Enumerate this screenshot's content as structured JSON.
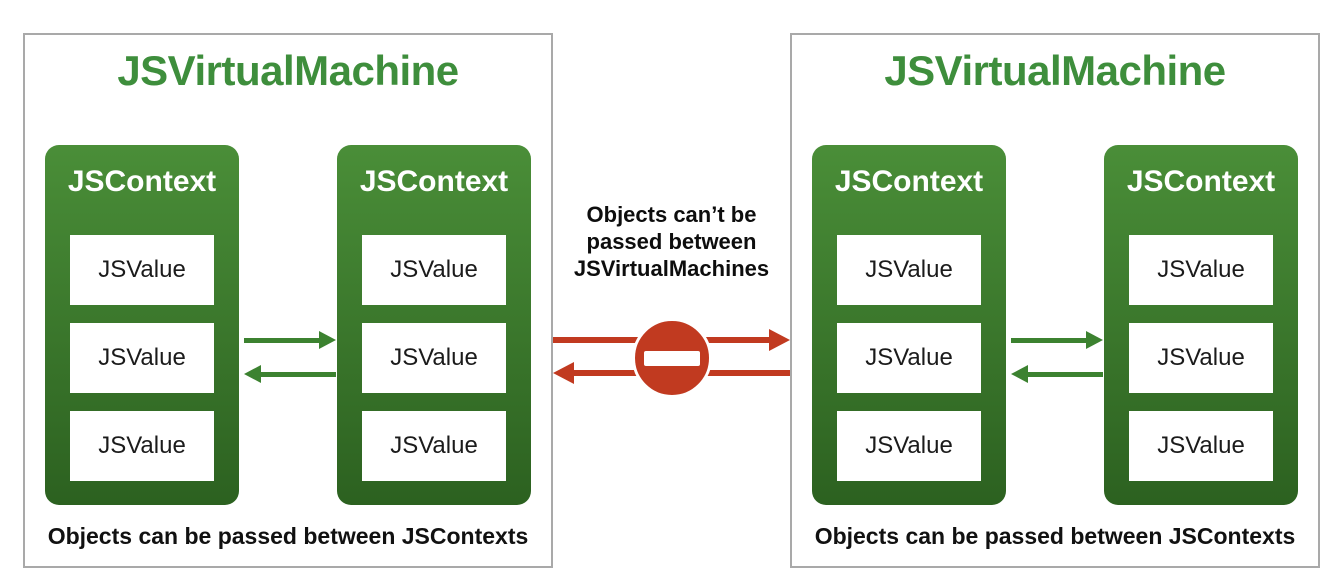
{
  "diagram_title": "JSVirtualMachine / JSContext / JSValue relationship diagram",
  "colors": {
    "vm_border": "#a9a9a9",
    "vm_title_green": "#3e8e3c",
    "context_gradient_top": "#4a8e38",
    "context_gradient_bottom": "#2c6120",
    "arrow_green": "#3c8230",
    "arrow_red": "#c13a20",
    "text_black": "#111111",
    "jsvalue_text": "#1b1b1b",
    "background": "#ffffff"
  },
  "vms": [
    {
      "title": "JSVirtualMachine",
      "caption": "Objects can be passed between JSContexts",
      "contexts": [
        {
          "title": "JSContext",
          "values": [
            "JSValue",
            "JSValue",
            "JSValue"
          ]
        },
        {
          "title": "JSContext",
          "values": [
            "JSValue",
            "JSValue",
            "JSValue"
          ]
        }
      ]
    },
    {
      "title": "JSVirtualMachine",
      "caption": "Objects can be passed between JSContexts",
      "contexts": [
        {
          "title": "JSContext",
          "values": [
            "JSValue",
            "JSValue",
            "JSValue"
          ]
        },
        {
          "title": "JSContext",
          "values": [
            "JSValue",
            "JSValue",
            "JSValue"
          ]
        }
      ]
    }
  ],
  "middle_note": {
    "lines": [
      "Objects can’t be",
      "passed between",
      "JSVirtualMachines"
    ]
  },
  "icons": {
    "green_arrow_right": "arrow pointing right (objects passed between JSContexts)",
    "green_arrow_left": "arrow pointing left (objects passed between JSContexts)",
    "red_arrow_right": "blocked arrow pointing right",
    "red_arrow_left": "blocked arrow pointing left",
    "no_entry": "no-entry prohibition sign"
  }
}
